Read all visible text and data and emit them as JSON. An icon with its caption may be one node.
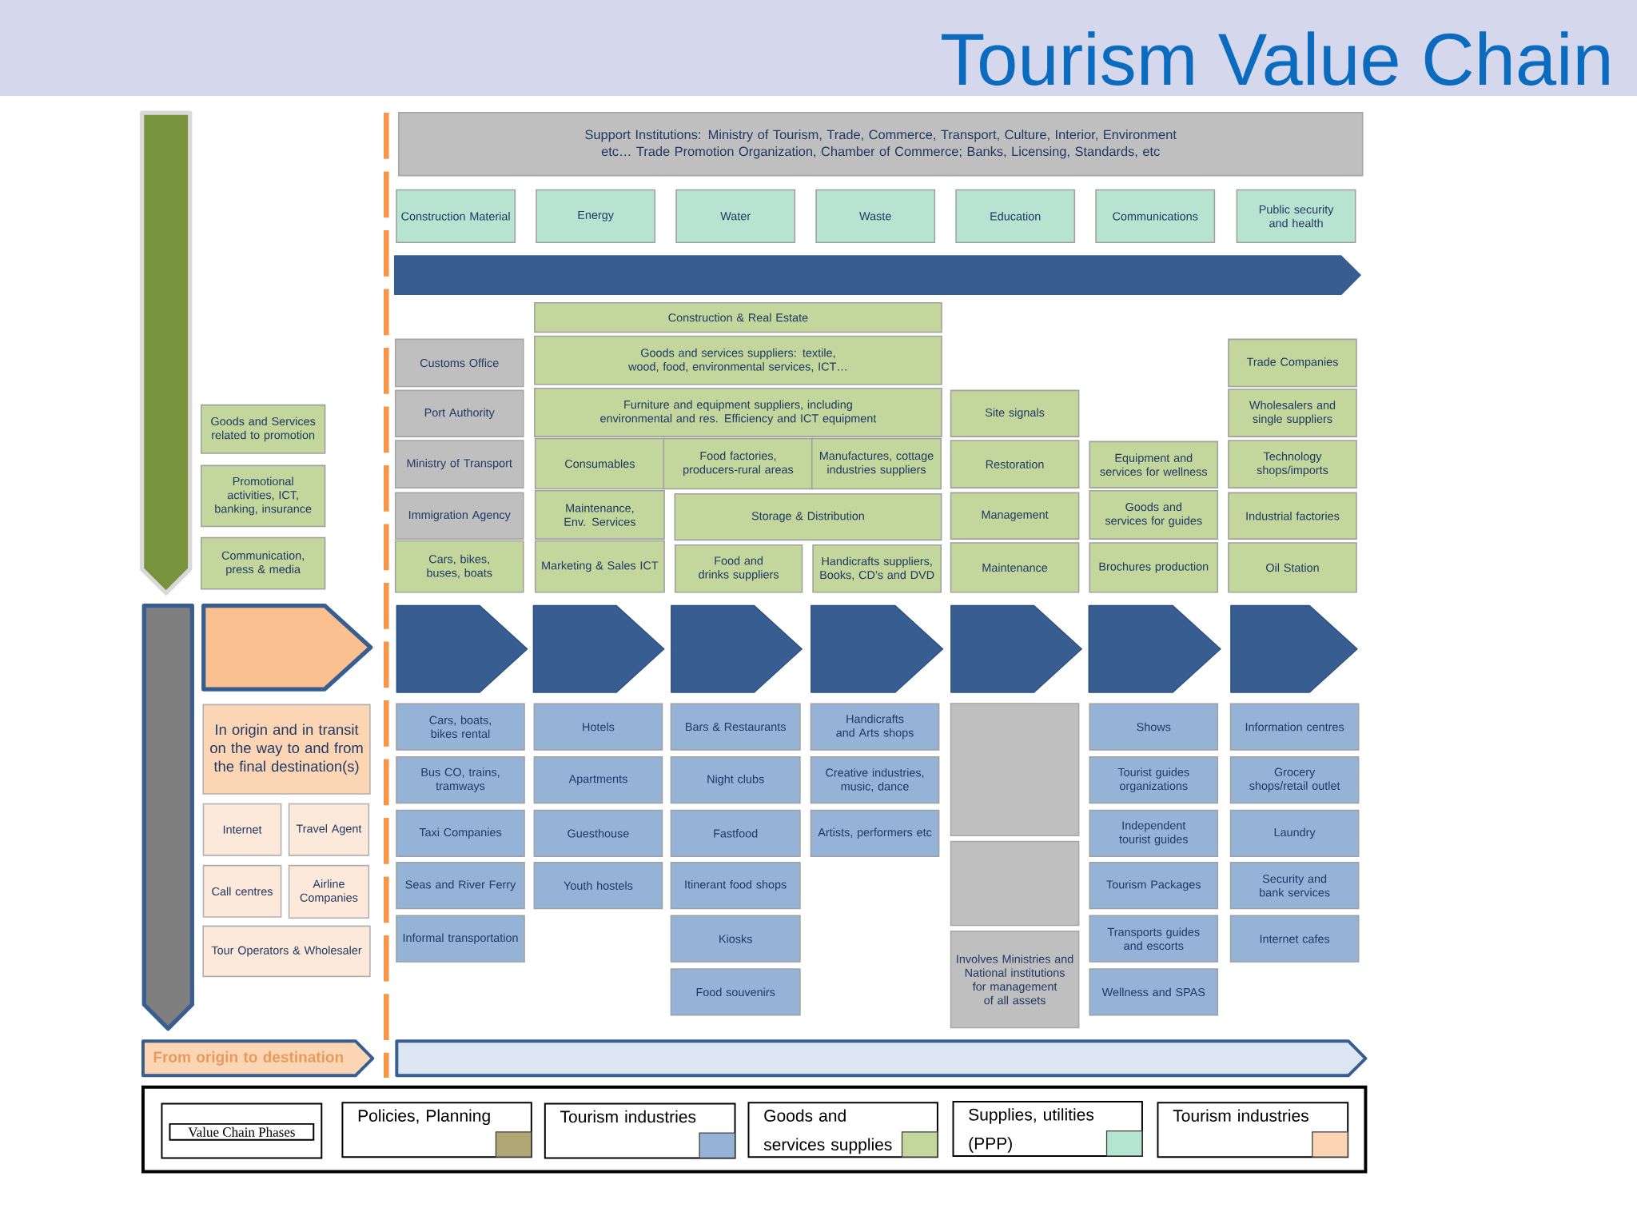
{
  "diagram": {
    "title": "Tourism Value Chain",
    "nodes": [
      {
        "text": [],
        "shape": "arrow"
      },
      {
        "text": [
          "Goods and Services related to promotion"
        ]
      },
      {
        "text": [
          "Promotional activities, ICT, banking, insurance"
        ]
      },
      {
        "text": [
          "Communication, press & media"
        ]
      },
      {
        "text": [
          "Support Institutions: Ministry of Tourism, Trade, Commerce, Transport, Culture, Interior, Environment etc… Trade Promotion Organization, Chamber of Commerce; Banks, Licensing, Standards, etc"
        ]
      },
      {
        "text": [
          "Construction Material"
        ]
      },
      {
        "text": [
          "Energy"
        ]
      },
      {
        "text": [
          "Water"
        ]
      },
      {
        "text": [
          "Waste"
        ]
      },
      {
        "text": [
          "Education"
        ]
      },
      {
        "text": [
          "Communications"
        ]
      },
      {
        "text": [
          "Public security and health"
        ]
      },
      {
        "text": [],
        "shape": "arrow"
      },
      {
        "text": [
          "Customs Office"
        ]
      },
      {
        "text": [
          "Port Authority"
        ]
      },
      {
        "text": [
          "Ministry of Transport"
        ]
      },
      {
        "text": [
          "Immigration Agency"
        ]
      },
      {
        "text": [
          "Cars, bikes, buses, boats"
        ]
      },
      {
        "text": [
          "Construction & Real Estate"
        ]
      },
      {
        "text": [
          "Goods and services suppliers: textile, wood, food, environmental services, ICT…"
        ]
      },
      {
        "text": [
          "Furniture and equipment suppliers, including environmental and res. Efficiency and ICT equipment"
        ]
      },
      {
        "text": [
          "Consumables"
        ]
      },
      {
        "text": [
          "Food factories, producers-rural areas"
        ]
      },
      {
        "text": [
          "Manufactures, cottage industries suppliers"
        ]
      },
      {
        "text": [
          "Maintenance, Env. Services"
        ]
      },
      {
        "text": [
          "Storage & Distribution"
        ]
      },
      {
        "text": [
          "Marketing & Sales ICT"
        ]
      },
      {
        "text": [
          "Food and drinks suppliers"
        ]
      },
      {
        "text": [
          "Handicrafts suppliers, Books, CD’s and DVD"
        ]
      },
      {
        "text": [
          "Site signals"
        ]
      },
      {
        "text": [
          "Restoration"
        ]
      },
      {
        "text": [
          "Management"
        ]
      },
      {
        "text": [
          "Maintenance"
        ]
      },
      {
        "text": [
          "Equipment and services for wellness"
        ]
      },
      {
        "text": [
          "Goods and services for guides"
        ]
      },
      {
        "text": [
          "Brochures production"
        ]
      },
      {
        "text": [
          "Trade Companies"
        ]
      },
      {
        "text": [
          "Wholesalers and single suppliers"
        ]
      },
      {
        "text": [
          "Technology shops/imports"
        ]
      },
      {
        "text": [
          "Industrial factories"
        ]
      },
      {
        "text": [
          "Oil Station"
        ]
      },
      {
        "text": [],
        "shape": "arrow"
      },
      {
        "text": [],
        "shape": "chevron"
      },
      {
        "text": [
          "In origin and in transit on the way to and from the final destination(s)"
        ]
      },
      {
        "text": [
          "Internet"
        ]
      },
      {
        "text": [
          "Travel Agent"
        ]
      },
      {
        "text": [
          "Call centres"
        ]
      },
      {
        "text": [
          "Airline Companies"
        ]
      },
      {
        "text": [
          "Tour Operators & Wholesaler"
        ]
      },
      {
        "text": [],
        "shape": "chevron"
      },
      {
        "text": [],
        "shape": "chevron"
      },
      {
        "text": [],
        "shape": "chevron"
      },
      {
        "text": [],
        "shape": "chevron"
      },
      {
        "text": [],
        "shape": "chevron"
      },
      {
        "text": [],
        "shape": "chevron"
      },
      {
        "text": [],
        "shape": "chevron"
      },
      {
        "text": [
          "Cars, boats, bikes rental"
        ]
      },
      {
        "text": [
          "Bus CO, trains, tramways"
        ]
      },
      {
        "text": [
          "Taxi Companies"
        ]
      },
      {
        "text": [
          "Seas and River Ferry"
        ]
      },
      {
        "text": [
          "Informal transportation"
        ]
      },
      {
        "text": [
          "Hotels"
        ]
      },
      {
        "text": [
          "Apartments"
        ]
      },
      {
        "text": [
          "Guesthouse"
        ]
      },
      {
        "text": [
          "Youth hostels"
        ]
      },
      {
        "text": [
          "Bars & Restaurants"
        ]
      },
      {
        "text": [
          "Night clubs"
        ]
      },
      {
        "text": [
          "Fastfood"
        ]
      },
      {
        "text": [
          "Itinerant food shops"
        ]
      },
      {
        "text": [
          "Kiosks"
        ]
      },
      {
        "text": [
          "Food souvenirs"
        ]
      },
      {
        "text": [
          "Handicrafts and Arts shops"
        ]
      },
      {
        "text": [
          "Creative industries, music, dance"
        ]
      },
      {
        "text": [
          "Artists, performers etc"
        ]
      },
      {
        "text": [],
        "shape": "box"
      },
      {
        "text": [],
        "shape": "box"
      },
      {
        "text": [
          "Involves Ministries and National institutions for management of all assets"
        ]
      },
      {
        "text": [
          "Shows"
        ]
      },
      {
        "text": [
          "Tourist guides organizations"
        ]
      },
      {
        "text": [
          "Independent tourist guides"
        ]
      },
      {
        "text": [
          "Tourism Packages"
        ]
      },
      {
        "text": [
          "Transports guides and escorts"
        ]
      },
      {
        "text": [
          "Wellness and SPAS"
        ]
      },
      {
        "text": [
          "Information centres"
        ]
      },
      {
        "text": [
          "Grocery shops/retail outlet"
        ]
      },
      {
        "text": [
          "Laundry"
        ]
      },
      {
        "text": [
          "Security and bank services"
        ]
      },
      {
        "text": [
          "Internet cafes"
        ]
      },
      {
        "text": [
          "From origin to destination"
        ]
      },
      {
        "text": [],
        "shape": "arrow"
      }
    ],
    "legend": [
      {
        "text": "Value Chain Phases"
      },
      {
        "text": "Policies, Planning",
        "color": "#b1a774"
      },
      {
        "text": "Tourism industries",
        "color": "#95b3d7"
      },
      {
        "text": "Goods and services supplies",
        "color": "#c3d69b"
      },
      {
        "text": "Supplies, utilities (PPP)",
        "color": "#b3e5d1"
      },
      {
        "text": "Tourism industries",
        "color": "#fbd4b4"
      }
    ]
  }
}
